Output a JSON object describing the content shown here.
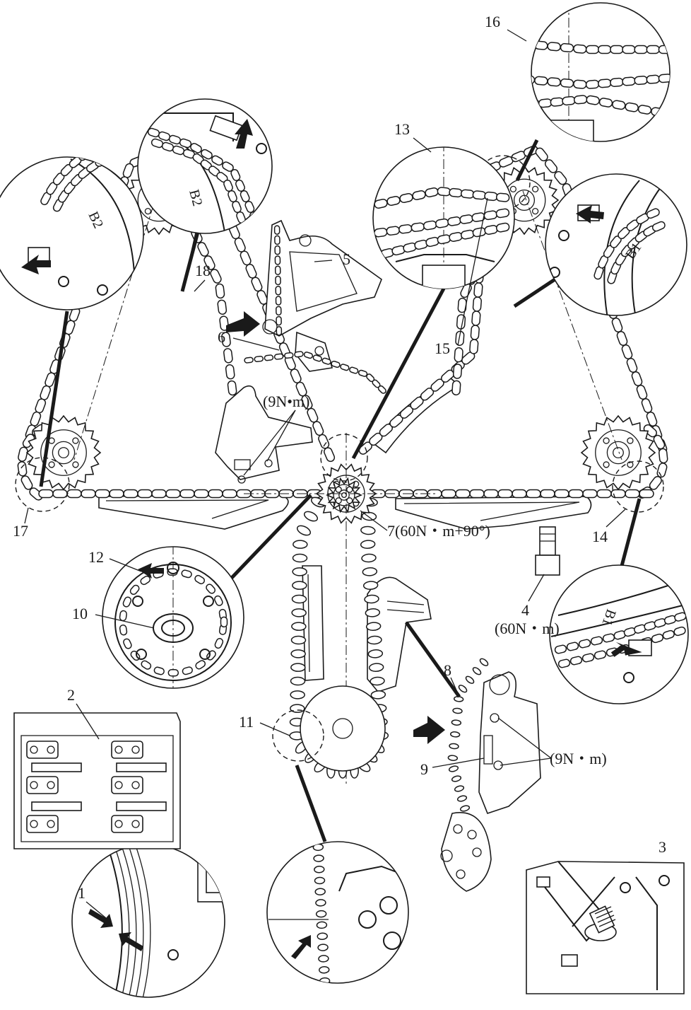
{
  "labels": {
    "n1": "1",
    "n2": "2",
    "n3": "3",
    "n4": "4",
    "n5": "5",
    "n6": "6",
    "n7": "7(60N・m+90°)",
    "n8": "8",
    "n9": "9",
    "n10": "10",
    "n11": "11",
    "n12": "12",
    "n13": "13",
    "n14": "14",
    "n15": "15",
    "n16": "16",
    "n17": "17",
    "n18": "18"
  },
  "torques": {
    "upper_guide": "(9N•m)",
    "adjuster": "(60N・m)",
    "tensioner": "(9N・m)"
  },
  "marks": {
    "b1": "B1",
    "b2_top": "B2",
    "b2_left": "B2",
    "b1_bottom": "B1"
  }
}
